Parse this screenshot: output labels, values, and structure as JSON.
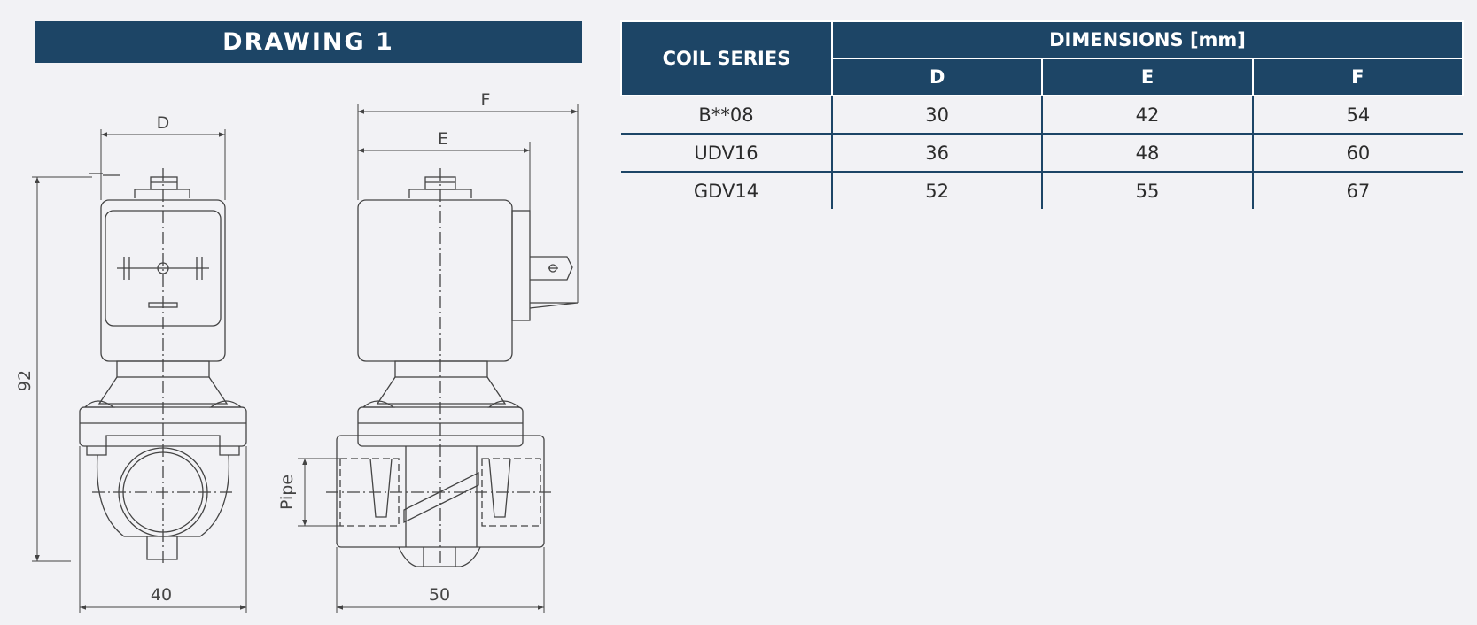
{
  "drawing": {
    "title": "DRAWING 1",
    "labels": {
      "d": "D",
      "e": "E",
      "f": "F",
      "height": "92",
      "width_front": "40",
      "width_side": "50",
      "pipe": "Pipe"
    }
  },
  "table": {
    "header": {
      "coil_series": "COIL SERIES",
      "dimensions": "DIMENSIONS [mm]",
      "columns": [
        "D",
        "E",
        "F"
      ]
    },
    "rows": [
      {
        "series": "B**08",
        "d": "30",
        "e": "42",
        "f": "54"
      },
      {
        "series": "UDV16",
        "d": "36",
        "e": "48",
        "f": "60"
      },
      {
        "series": "GDV14",
        "d": "52",
        "e": "55",
        "f": "67"
      }
    ]
  },
  "colors": {
    "header_bg": "#1d4566",
    "line": "#444444",
    "background": "#f2f2f5"
  }
}
